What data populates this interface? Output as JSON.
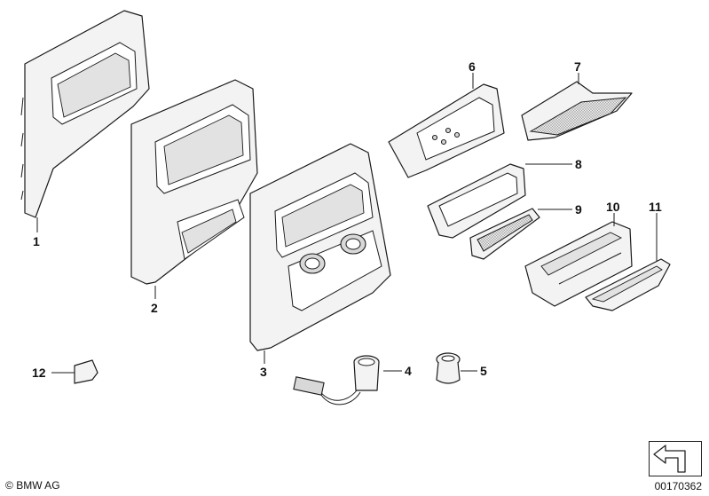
{
  "footer": {
    "copyright_symbol": "©",
    "copyright_text": "BMW AG",
    "document_number": "00170362"
  },
  "callouts": [
    {
      "id": "1",
      "label": "1"
    },
    {
      "id": "2",
      "label": "2"
    },
    {
      "id": "3",
      "label": "3"
    },
    {
      "id": "4",
      "label": "4"
    },
    {
      "id": "5",
      "label": "5"
    },
    {
      "id": "6",
      "label": "6"
    },
    {
      "id": "7",
      "label": "7"
    },
    {
      "id": "8",
      "label": "8"
    },
    {
      "id": "9",
      "label": "9"
    },
    {
      "id": "10",
      "label": "10"
    },
    {
      "id": "11",
      "label": "11"
    },
    {
      "id": "12",
      "label": "12"
    }
  ],
  "nav_icon": "arrow-bent-icon"
}
